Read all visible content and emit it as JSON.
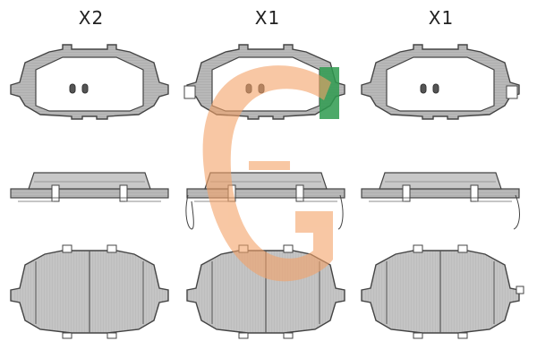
{
  "columns": [
    {
      "quantity_label": "X2",
      "has_wear_sensor": false,
      "has_green_shim": false
    },
    {
      "quantity_label": "X1",
      "has_wear_sensor": true,
      "has_green_shim": true
    },
    {
      "quantity_label": "X1",
      "has_wear_sensor": true,
      "has_green_shim": false
    }
  ],
  "colors": {
    "pad_fill": "#bfbfbf",
    "pad_stroke": "#444444",
    "plate_white": "#ffffff",
    "watermark_orange": "#f4a267",
    "shim_green": "#2e9a4f"
  },
  "watermark": {
    "icon": "gj-logo-watermark-icon"
  }
}
